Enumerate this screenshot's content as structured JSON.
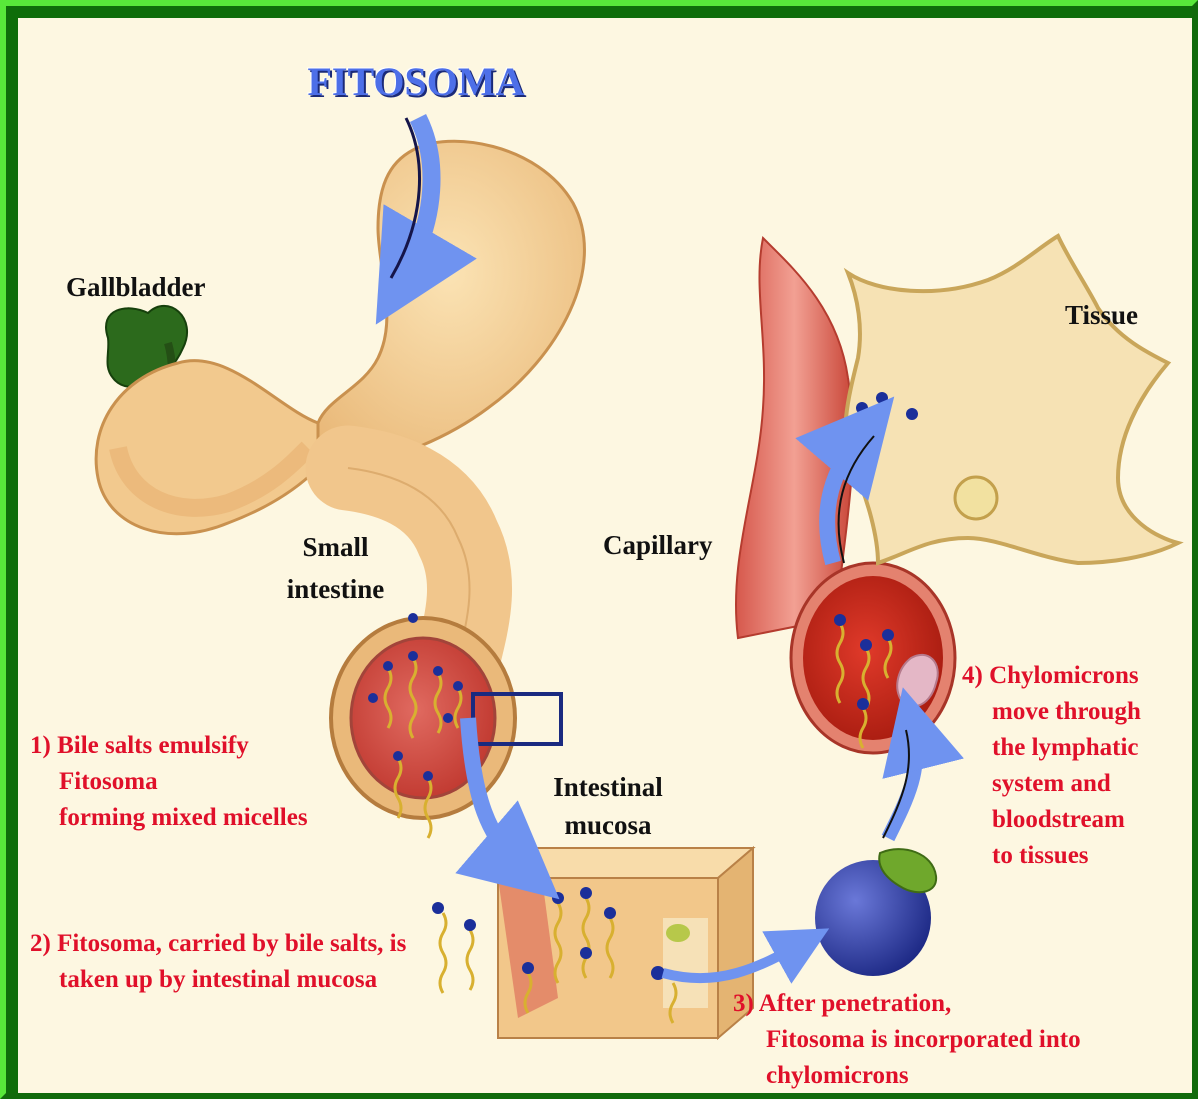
{
  "title": "FITOSOMA",
  "labels": {
    "gallbladder": "Gallbladder",
    "small_intestine": [
      "Small",
      "intestine"
    ],
    "intestinal_mucosa": [
      "Intestinal",
      "mucosa"
    ],
    "capillary": "Capillary",
    "tissue": "Tissue"
  },
  "steps": [
    {
      "num": "1)",
      "lines": [
        "Bile salts emulsify",
        "Fitosoma",
        "forming mixed micelles"
      ]
    },
    {
      "num": "2)",
      "lines": [
        "Fitosoma, carried by bile salts, is",
        "taken up by intestinal mucosa"
      ]
    },
    {
      "num": "3)",
      "lines": [
        "After penetration,",
        "Fitosoma is incorporated into",
        "chylomicrons"
      ]
    },
    {
      "num": "4)",
      "lines": [
        "Chylomicrons",
        "move through",
        "the lymphatic",
        "system and",
        "bloodstream",
        "to tissues"
      ]
    }
  ],
  "colors": {
    "frame": "#58e83a",
    "background": "#fdf7e1",
    "step_text": "#e0102a",
    "arrow": "#6f93f0",
    "title": "#4d6fe8"
  }
}
